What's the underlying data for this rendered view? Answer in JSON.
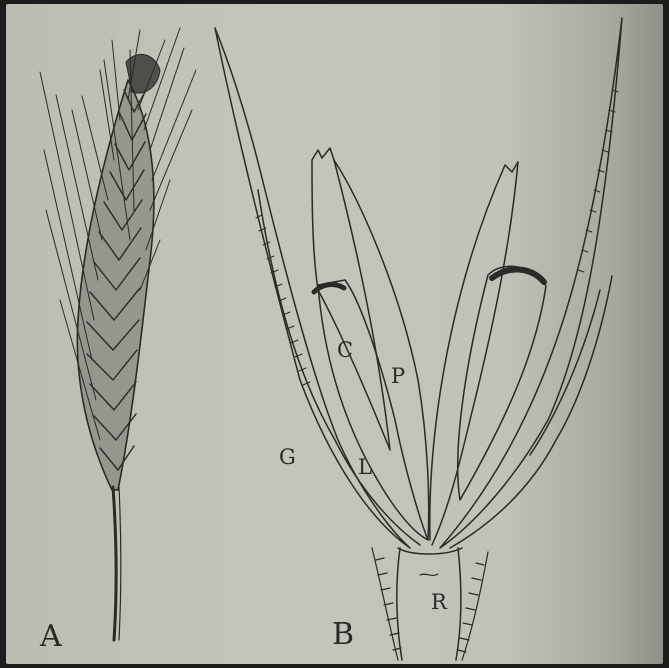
{
  "figure": {
    "panel_a_label": "A",
    "panel_b_label": "B"
  },
  "parts": {
    "c": "C",
    "p": "P",
    "g": "G",
    "l": "L",
    "r": "R"
  },
  "colors": {
    "ink": "#2a2a26",
    "paper": "#c2c2b9"
  }
}
